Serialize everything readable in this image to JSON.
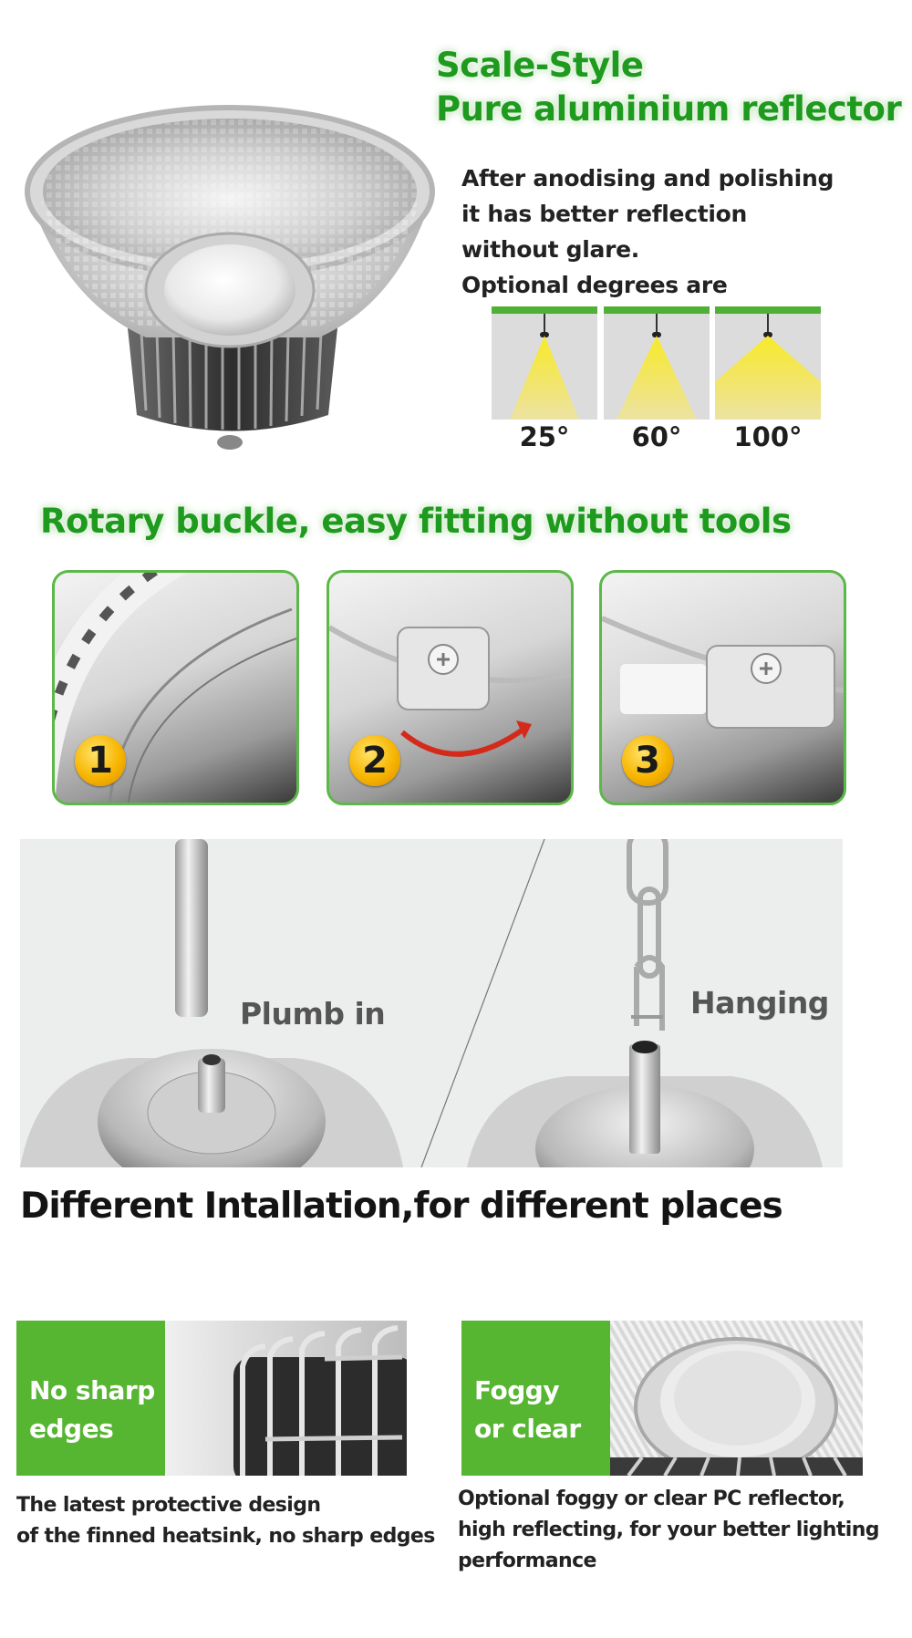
{
  "reflector": {
    "title_line1": "Scale-Style",
    "title_line2": "Pure aluminium reflector",
    "description_lines": [
      "After anodising and polishing",
      "it has better reflection",
      "without glare.",
      "Optional degrees are"
    ],
    "beam_angles": [
      {
        "label": "25°",
        "degrees": 25
      },
      {
        "label": "60°",
        "degrees": 60
      },
      {
        "label": "100°",
        "degrees": 100
      }
    ]
  },
  "fitting": {
    "title": "Rotary buckle, easy fitting without tools",
    "steps": [
      {
        "number": "1"
      },
      {
        "number": "2"
      },
      {
        "number": "3"
      }
    ]
  },
  "installation": {
    "options": [
      {
        "label": "Plumb in"
      },
      {
        "label": "Hanging"
      }
    ],
    "title": "Different Intallation,for different places"
  },
  "features": [
    {
      "badge_line1": "No sharp",
      "badge_line2": "edges",
      "caption_lines": [
        "The latest protective design",
        "of the finned heatsink, no sharp edges"
      ]
    },
    {
      "badge_line1": "Foggy",
      "badge_line2": "or clear",
      "caption_lines": [
        "Optional foggy or clear PC reflector,",
        "high reflecting, for your better lighting",
        "performance"
      ]
    }
  ],
  "colors": {
    "brand_green": "#56b531",
    "title_green": "#1e9b1e",
    "beam_yellow": "#f7ea2a",
    "badge_orange": "#f7b500",
    "arrow_red": "#d42a1c"
  }
}
